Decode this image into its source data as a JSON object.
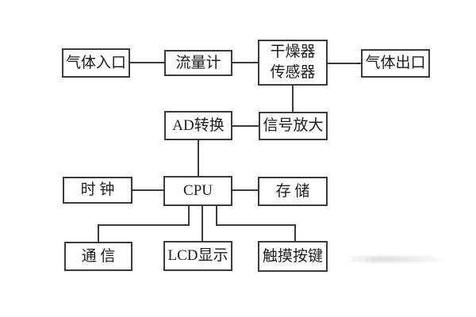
{
  "diagram": {
    "type": "block-diagram",
    "colors": {
      "line": "#3a3a3a",
      "text": "#1c1c1c",
      "background": "#ffffff"
    },
    "nodes": {
      "gas_inlet": {
        "label": "气体入口"
      },
      "flow_meter": {
        "label": "流量计"
      },
      "dryer_sensor": {
        "label": "干燥器\n传感器"
      },
      "gas_outlet": {
        "label": "气体出口"
      },
      "ad_converter": {
        "label": "AD转换"
      },
      "signal_amplifier": {
        "label": "信号放大"
      },
      "clock": {
        "label": "时  钟"
      },
      "cpu": {
        "label": "CPU"
      },
      "storage": {
        "label": "存  储"
      },
      "communication": {
        "label": "通  信"
      },
      "lcd_display": {
        "label": "LCD显示"
      },
      "touch_keys": {
        "label": "触摸按键"
      }
    },
    "connections": [
      {
        "from": "gas_inlet",
        "to": "flow_meter"
      },
      {
        "from": "flow_meter",
        "to": "dryer_sensor"
      },
      {
        "from": "dryer_sensor",
        "to": "gas_outlet"
      },
      {
        "from": "dryer_sensor",
        "to": "signal_amplifier"
      },
      {
        "from": "signal_amplifier",
        "to": "ad_converter"
      },
      {
        "from": "ad_converter",
        "to": "cpu"
      },
      {
        "from": "clock",
        "to": "cpu"
      },
      {
        "from": "cpu",
        "to": "storage"
      },
      {
        "from": "cpu",
        "to": "communication"
      },
      {
        "from": "cpu",
        "to": "lcd_display"
      },
      {
        "from": "cpu",
        "to": "touch_keys"
      }
    ]
  }
}
